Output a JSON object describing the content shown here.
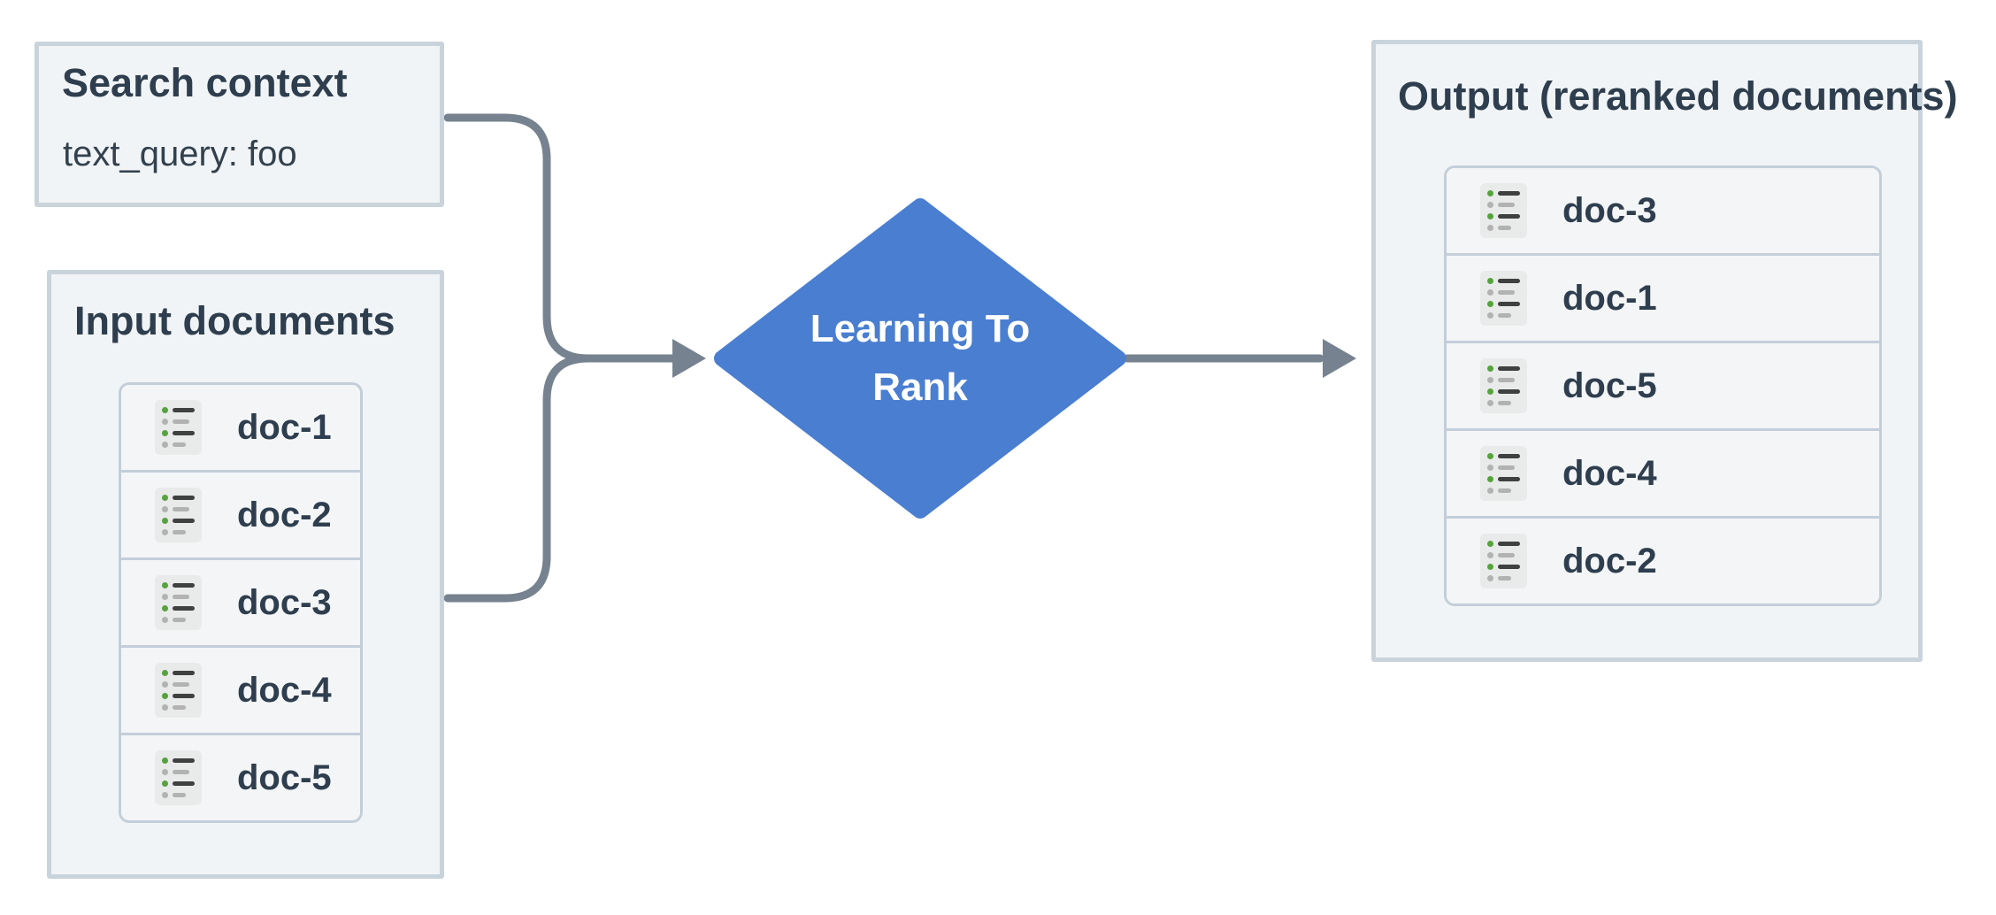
{
  "colors": {
    "canvas_bg": "#ffffff",
    "panel_bg": "#f1f4f6",
    "panel_border": "#c9d3dc",
    "card_border": "#c3ced9",
    "row_bg": "#f3f5f7",
    "title_text": "#2e3e4e",
    "body_text": "#33414e",
    "diamond_fill": "#4a7ed0",
    "diamond_text": "#ffffff",
    "arrow": "#76828f",
    "icon_bg": "#e9eaea",
    "icon_green": "#55a33c",
    "icon_dark": "#404040",
    "icon_gray": "#b2b2b3"
  },
  "icons": {
    "doc": "document-list-icon"
  },
  "search_context": {
    "title": "Search context",
    "query": "text_query: foo"
  },
  "input_documents": {
    "title": "Input documents",
    "docs": [
      "doc-1",
      "doc-2",
      "doc-3",
      "doc-4",
      "doc-5"
    ]
  },
  "process": {
    "label_line1": "Learning To",
    "label_line2": "Rank"
  },
  "output": {
    "title": "Output (reranked documents)",
    "docs": [
      "doc-3",
      "doc-1",
      "doc-5",
      "doc-4",
      "doc-2"
    ]
  }
}
